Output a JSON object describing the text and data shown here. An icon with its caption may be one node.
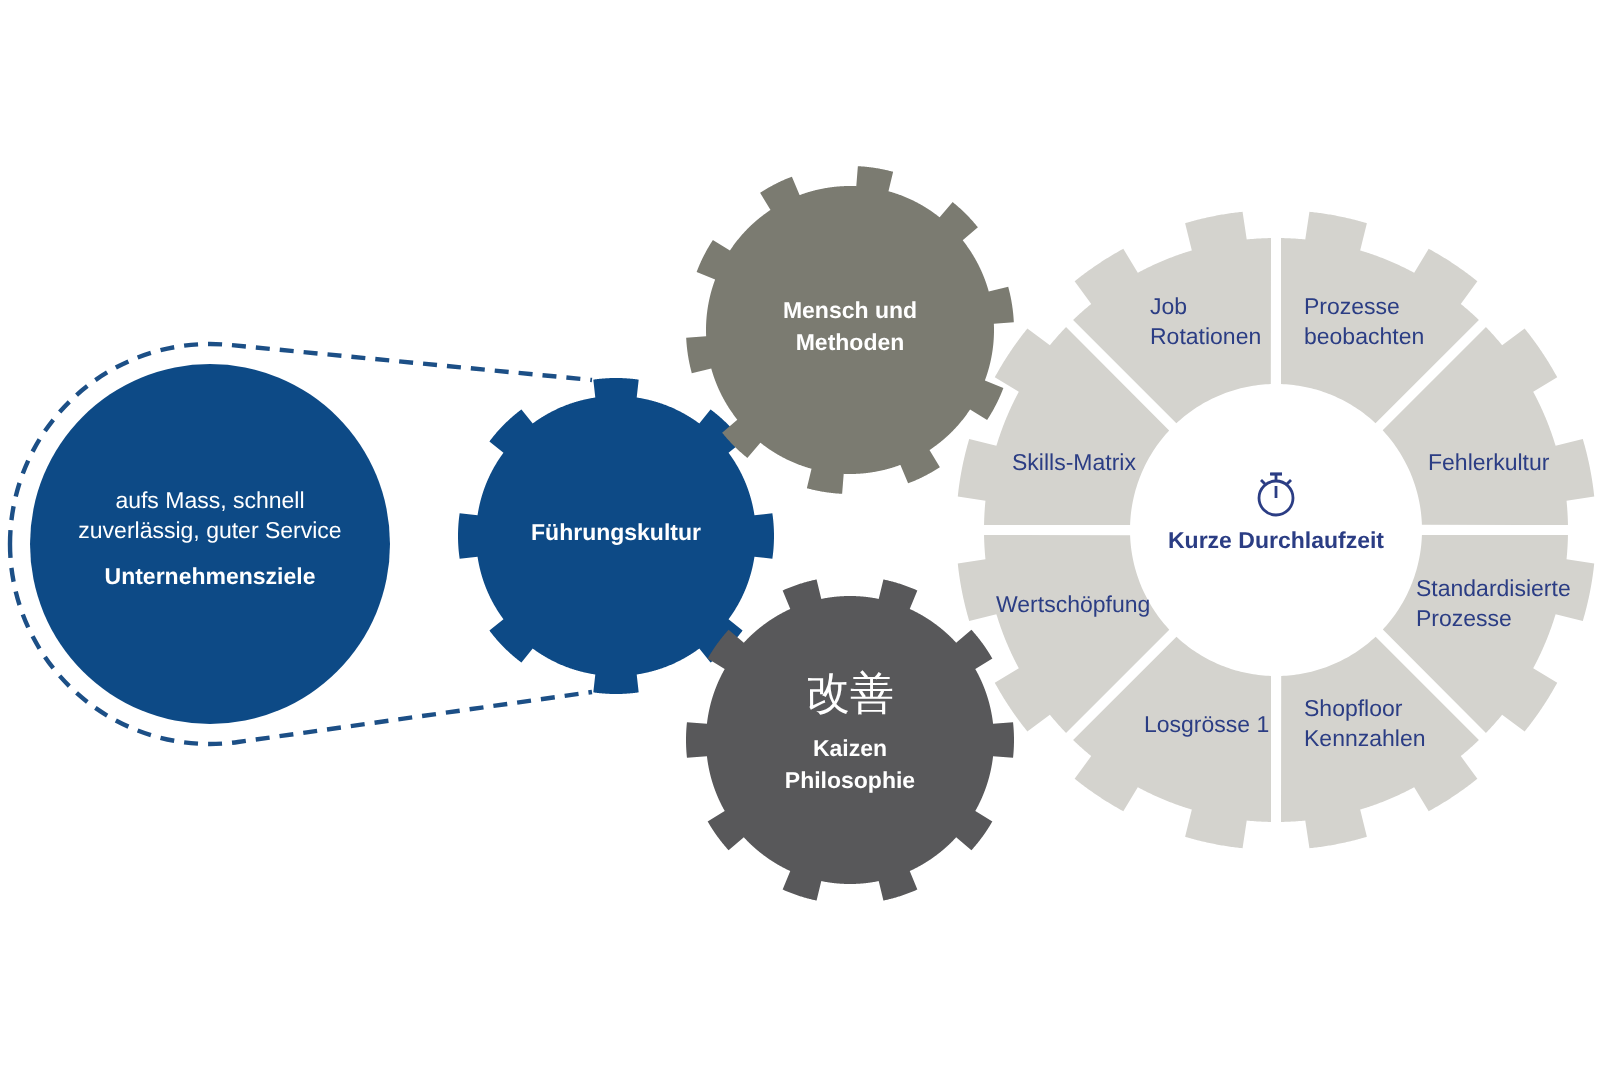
{
  "diagram": {
    "nodes": [
      {
        "text": [
          "aufs Mass, schnell zuverlässig, guter Service",
          "Unternehmensziele"
        ]
      },
      {
        "text": [
          "Führungskultur"
        ]
      },
      {
        "text": [
          "Mensch und Methoden"
        ]
      },
      {
        "text": [
          "改善",
          "Kaizen Philosophie"
        ]
      },
      {
        "text": [
          "Kurze Durchlaufzeit"
        ]
      },
      {
        "text": [
          "Job Rotationen"
        ]
      },
      {
        "text": [
          "Prozesse beobachten"
        ]
      },
      {
        "text": [
          "Skills-Matrix"
        ]
      },
      {
        "text": [
          "Fehlerkultur"
        ]
      },
      {
        "text": [
          "Wertschöpfung"
        ]
      },
      {
        "text": [
          "Standardisierte Prozesse"
        ]
      },
      {
        "text": [
          "Losgrösse 1"
        ]
      },
      {
        "text": [
          "Shopfloor Kennzahlen"
        ]
      }
    ],
    "edges": [
      {
        "from": 0,
        "to": 1,
        "arrow": "none",
        "style": "dashed"
      },
      {
        "from": 0,
        "to": 1,
        "arrow": "none",
        "style": "dashed"
      }
    ]
  }
}
